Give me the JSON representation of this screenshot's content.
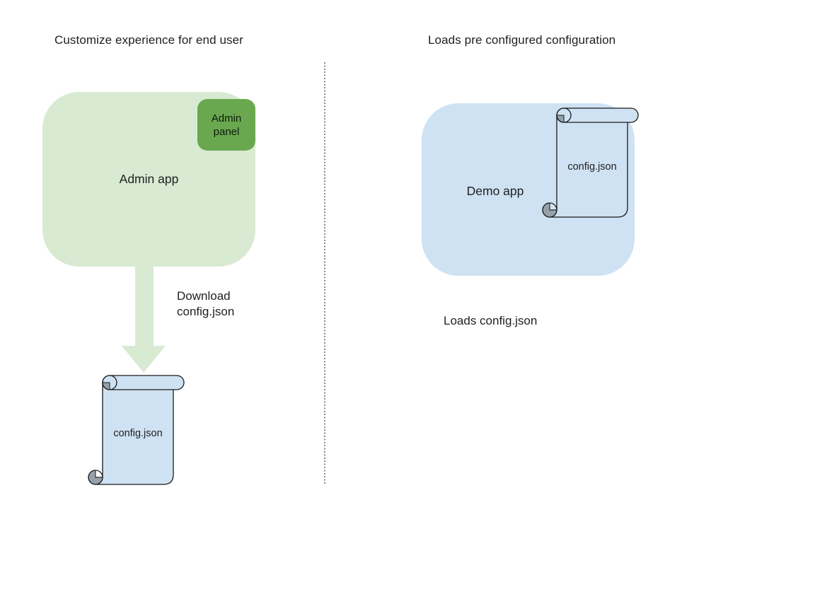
{
  "diagram": {
    "left": {
      "title": "Customize experience for end user",
      "admin_app_label": "Admin app",
      "admin_panel_label": "Admin panel",
      "arrow_label": "Download config.json",
      "config_file_label": "config.json"
    },
    "right": {
      "title": "Loads pre configured configuration",
      "demo_app_label": "Demo app",
      "config_file_label": "config.json",
      "caption": "Loads config.json"
    },
    "colors": {
      "admin_app_fill": "#d9ead3",
      "admin_panel_fill": "#6aa84f",
      "arrow_fill": "#d9ead3",
      "demo_app_fill": "#cfe2f3",
      "scroll_fill": "#cfe2f3",
      "scroll_curl_fill": "#97a1aa",
      "shape_outline": "#1a1a1a",
      "divider_color": "#8a8a8a",
      "text_color": "#1f1f1f"
    }
  }
}
